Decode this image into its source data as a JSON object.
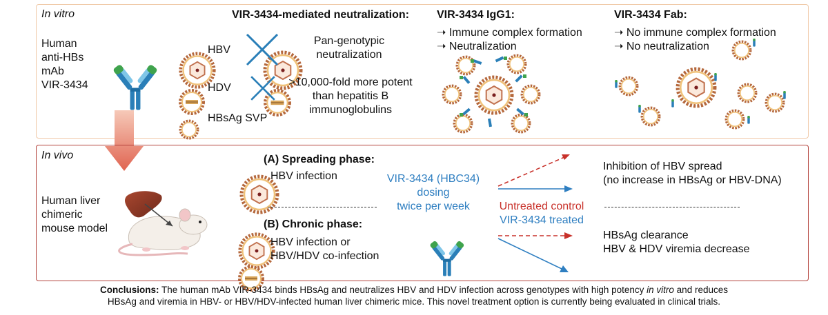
{
  "in_vitro": {
    "label": "In vitro",
    "antibody_label": [
      "Human",
      "anti-HBs",
      "mAb",
      "VIR-3434"
    ],
    "neutralization": {
      "title": "VIR-3434-mediated neutralization:",
      "particles": [
        "HBV",
        "HDV",
        "HBsAg SVP"
      ],
      "hbv_note": [
        "Pan-genotypic",
        "neutralization"
      ],
      "hdv_note": [
        ">10,000-fold more potent",
        "than hepatitis B",
        "immunoglobulins"
      ]
    },
    "igg1": {
      "title": "VIR-3434 IgG1:",
      "items": [
        "Immune complex formation",
        "Neutralization"
      ]
    },
    "fab": {
      "title": "VIR-3434 Fab:",
      "items": [
        "No immune complex formation",
        "No neutralization"
      ]
    }
  },
  "in_vivo": {
    "label": "In vivo",
    "model_label": [
      "Human liver",
      "chimeric",
      "mouse model"
    ],
    "spreading": {
      "title": "(A) Spreading phase:",
      "text": "HBV infection"
    },
    "chronic": {
      "title": "(B) Chronic phase:",
      "text": [
        "HBV infection or",
        "HBV/HDV co-infection"
      ]
    },
    "dosing": [
      "VIR-3434 (HBC34)",
      "dosing",
      "twice per week"
    ],
    "legend": {
      "untreated": "Untreated control",
      "treated": "VIR-3434 treated"
    },
    "outcome_a": [
      "Inhibition of HBV spread",
      "(no increase in HBsAg or HBV-DNA)"
    ],
    "outcome_b": [
      "HBsAg clearance",
      "HBV & HDV viremia decrease"
    ]
  },
  "conclusion": {
    "label": "Conclusions:",
    "text_1": " The human mAb VIR-3434 binds HBsAg and neutralizes HBV and HDV infection across genotypes with high potency ",
    "emph": "in vitro",
    "text_2": " and reduces",
    "line2": "HBsAg and viremia in HBV- or HBV/HDV-infected human liver chimeric mice. This novel treatment option is currently being evaluated in clinical trials."
  },
  "colors": {
    "in_vitro_border": "#f0c9a8",
    "in_vivo_border": "#b3413a",
    "treated_blue": "#2f7fc1",
    "untreated_red": "#c8312a",
    "antibody_green": "#3fa34d",
    "antibody_blue": "#2a7fb8"
  },
  "icons": [
    "antibody-icon",
    "hbv-virion-icon",
    "hdv-virion-icon",
    "svp-particle-icon",
    "cross-icon",
    "mouse-icon",
    "liver-icon",
    "down-arrow-icon"
  ]
}
